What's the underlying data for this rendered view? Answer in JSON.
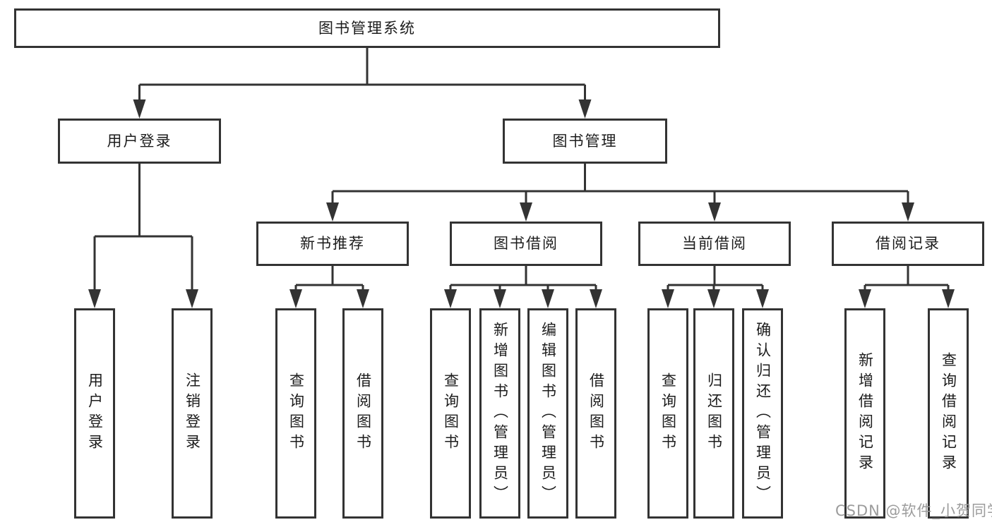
{
  "diagram": {
    "root": {
      "label": "图书管理系统",
      "children": [
        {
          "label": "用户登录",
          "children": [
            {
              "label": "用户登录"
            },
            {
              "label": "注销登录"
            }
          ]
        },
        {
          "label": "图书管理",
          "children": [
            {
              "label": "新书推荐",
              "children": [
                {
                  "label": "查询图书"
                },
                {
                  "label": "借阅图书"
                }
              ]
            },
            {
              "label": "图书借阅",
              "children": [
                {
                  "label": "查询图书"
                },
                {
                  "label": "新增图书（管理员）"
                },
                {
                  "label": "编辑图书（管理员）"
                },
                {
                  "label": "借阅图书"
                }
              ]
            },
            {
              "label": "当前借阅",
              "children": [
                {
                  "label": "查询图书"
                },
                {
                  "label": "归还图书"
                },
                {
                  "label": "确认归还（管理员）"
                }
              ]
            },
            {
              "label": "借阅记录",
              "children": [
                {
                  "label": "新增借阅记录"
                },
                {
                  "label": "查询借阅记录"
                }
              ]
            }
          ]
        }
      ]
    }
  },
  "watermark": {
    "text": "CSDN @软件_小贺同学"
  },
  "colors": {
    "line": "#333333",
    "box_border": "#333333",
    "text": "#1c1c1c",
    "watermark": "#9c9c9c",
    "background": "#ffffff"
  }
}
